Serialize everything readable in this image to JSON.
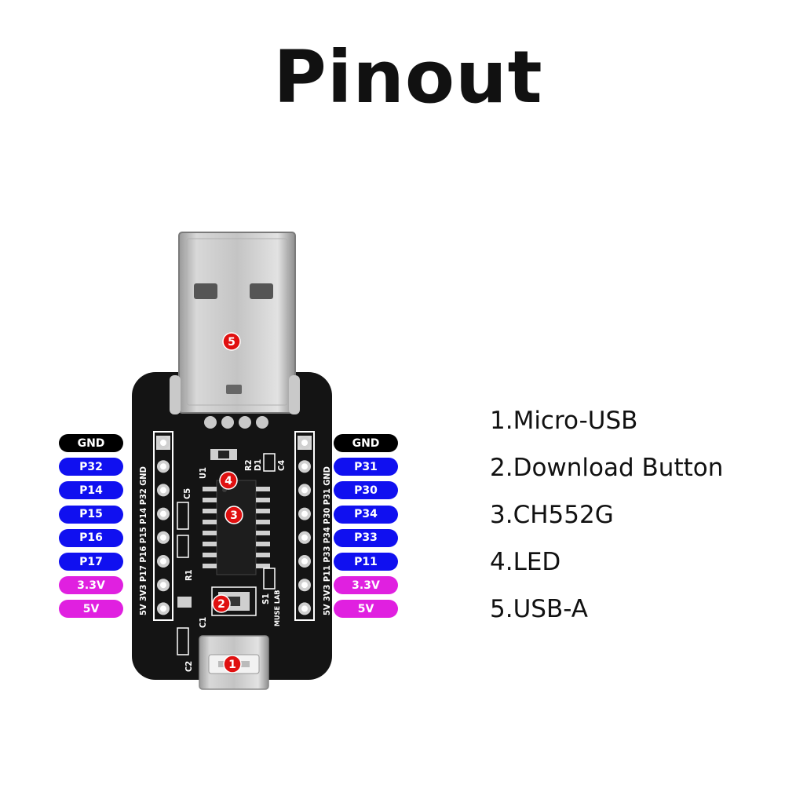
{
  "title": "Pinout",
  "left_pins": [
    {
      "label": "GND",
      "color": "#000000"
    },
    {
      "label": "P32",
      "color": "#1010f0"
    },
    {
      "label": "P14",
      "color": "#1010f0"
    },
    {
      "label": "P15",
      "color": "#1010f0"
    },
    {
      "label": "P16",
      "color": "#1010f0"
    },
    {
      "label": "P17",
      "color": "#1010f0"
    },
    {
      "label": "3.3V",
      "color": "#e020e0"
    },
    {
      "label": "5V",
      "color": "#e020e0"
    }
  ],
  "right_pins": [
    {
      "label": "GND",
      "color": "#000000"
    },
    {
      "label": "P31",
      "color": "#1010f0"
    },
    {
      "label": "P30",
      "color": "#1010f0"
    },
    {
      "label": "P34",
      "color": "#1010f0"
    },
    {
      "label": "P33",
      "color": "#1010f0"
    },
    {
      "label": "P11",
      "color": "#1010f0"
    },
    {
      "label": "3.3V",
      "color": "#e020e0"
    },
    {
      "label": "5V",
      "color": "#e020e0"
    }
  ],
  "legend": [
    "1.Micro-USB",
    "2.Download Button",
    "3.CH552G",
    "4.LED",
    "5.USB-A"
  ],
  "markers": [
    "1",
    "2",
    "3",
    "4",
    "5"
  ],
  "silkscreen": {
    "left_header": "5V 3V3 P17 P16 P15 P14 P32 GND",
    "right_header": "5V 3V3 P11 P33 P34 P30 P31 GND",
    "components": [
      "U1",
      "C5",
      "R1",
      "R2",
      "D1",
      "C4",
      "C1",
      "C2",
      "S1"
    ],
    "brand": "MUSE LAB"
  },
  "colors": {
    "marker": "#e01010",
    "board": "#111111",
    "gnd": "#000000",
    "gpio": "#1010f0",
    "power": "#e020e0"
  }
}
